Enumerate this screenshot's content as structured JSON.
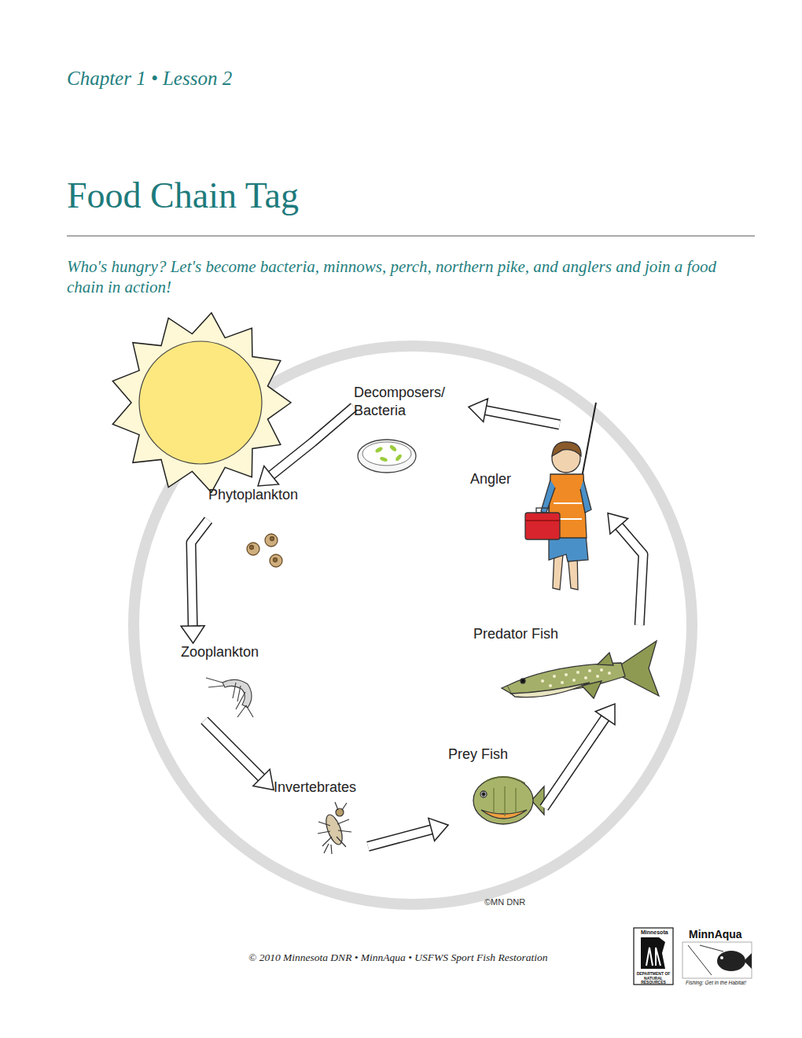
{
  "diagram": {
    "title": "Food Chain Tag",
    "caption": "Who's hungry? Let's become bacteria, minnows, perch, northern pike, and anglers and join a food chain in action!",
    "nodes": [
      {
        "text": [
          "Decomposers/ Bacteria"
        ]
      },
      {
        "text": [
          "Phytoplankton"
        ]
      },
      {
        "text": [
          "Zooplankton"
        ]
      },
      {
        "text": [
          "Invertebrates"
        ]
      },
      {
        "text": [
          "Prey Fish"
        ]
      },
      {
        "text": [
          "Predator Fish"
        ]
      },
      {
        "text": [
          "Angler"
        ]
      }
    ],
    "edges": [
      {
        "from": 0,
        "to": 1,
        "arrow": "to"
      },
      {
        "from": 1,
        "to": 2,
        "arrow": "to"
      },
      {
        "from": 2,
        "to": 3,
        "arrow": "to"
      },
      {
        "from": 3,
        "to": 4,
        "arrow": "to"
      },
      {
        "from": 4,
        "to": 5,
        "arrow": "to"
      },
      {
        "from": 5,
        "to": 6,
        "arrow": "to"
      },
      {
        "from": 6,
        "to": 0,
        "arrow": "to"
      }
    ],
    "labels": [
      "Chapter 1 • Lesson 2",
      "©MN DNR",
      "© 2010 Minnesota DNR • MinnAqua • USFWS Sport Fish Restoration",
      "Minnesota",
      "DEPARTMENT OF NATURAL RESOURCES",
      "MinnAqua",
      "Fishing: Get in the Habitat!"
    ]
  }
}
